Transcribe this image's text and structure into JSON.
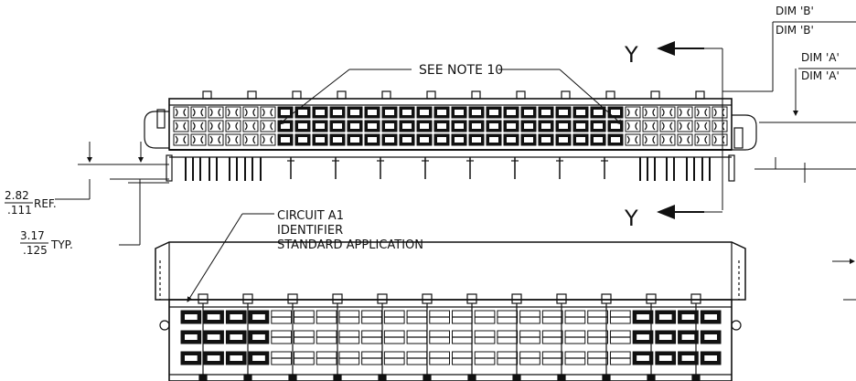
{
  "notes": {
    "see_note": "SEE NOTE 10",
    "circuit_line1": "CIRCUIT A1",
    "circuit_line2": "IDENTIFIER",
    "circuit_line3": "STANDARD APPLICATION"
  },
  "section_markers": {
    "top": "Y",
    "bottom": "Y"
  },
  "dim_labels": {
    "b_top": "DIM  'B'",
    "b_bottom": "DIM  'B'",
    "a_top": "DIM  'A'",
    "a_bottom": "DIM  'A'"
  },
  "dimensions": {
    "ref_mm": "2.82",
    "ref_in": ".111",
    "ref_suffix": "REF.",
    "typ_mm": "3.17",
    "typ_in": ".125",
    "typ_suffix": "TYP."
  }
}
